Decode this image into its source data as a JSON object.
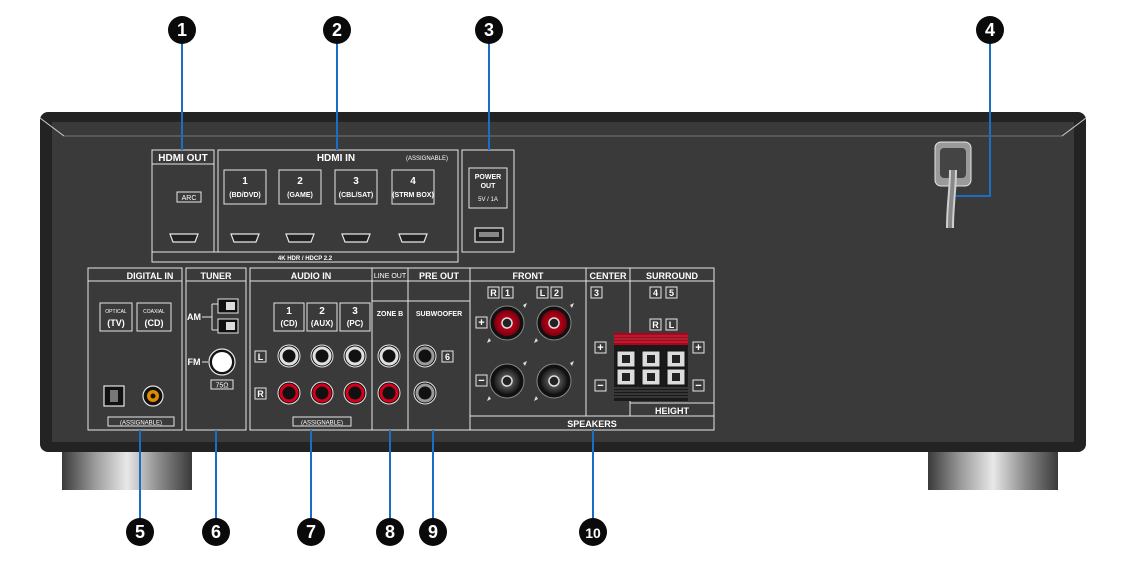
{
  "callouts": [
    {
      "n": "1"
    },
    {
      "n": "2"
    },
    {
      "n": "3"
    },
    {
      "n": "4"
    },
    {
      "n": "5"
    },
    {
      "n": "6"
    },
    {
      "n": "7"
    },
    {
      "n": "8"
    },
    {
      "n": "9"
    },
    {
      "n": "10"
    }
  ],
  "hdmi_out": {
    "title": "HDMI OUT",
    "arc": "ARC"
  },
  "hdmi_in": {
    "title": "HDMI IN",
    "assignable": "(ASSIGNABLE)",
    "inputs": [
      {
        "num": "1",
        "name": "(BD/DVD)"
      },
      {
        "num": "2",
        "name": "(GAME)"
      },
      {
        "num": "3",
        "name": "(CBL/SAT)"
      },
      {
        "num": "4",
        "name": "(STRM BOX)"
      }
    ],
    "footer": "4K HDR / HDCP 2.2"
  },
  "power_out": {
    "line1": "POWER",
    "line2": "OUT",
    "rating": "5V / 1A"
  },
  "digital_in": {
    "title": "DIGITAL IN",
    "optical_top": "OPTICAL",
    "optical_bottom": "(TV)",
    "coaxial_top": "COAXIAL",
    "coaxial_bottom": "(CD)",
    "assignable": "(ASSIGNABLE)"
  },
  "tuner": {
    "title": "TUNER",
    "am": "AM",
    "fm": "FM",
    "ohm": "75Ω"
  },
  "audio_in": {
    "title": "AUDIO IN",
    "inputs": [
      {
        "num": "1",
        "name": "(CD)"
      },
      {
        "num": "2",
        "name": "(AUX)"
      },
      {
        "num": "3",
        "name": "(PC)"
      }
    ],
    "left": "L",
    "right": "R",
    "assignable": "(ASSIGNABLE)"
  },
  "line_out": {
    "title": "LINE OUT",
    "zone": "ZONE B"
  },
  "pre_out": {
    "title": "PRE OUT",
    "sub": "SUBWOOFER",
    "num": "6"
  },
  "front": {
    "title": "FRONT",
    "r": "R",
    "r_num": "1",
    "l": "L",
    "l_num": "2",
    "plus": "+",
    "minus": "−"
  },
  "center": {
    "title": "CENTER",
    "num": "3",
    "plus": "+",
    "minus": "−"
  },
  "surround": {
    "title": "SURROUND",
    "n4": "4",
    "n5": "5",
    "r": "R",
    "l": "L",
    "plus": "+",
    "minus": "−"
  },
  "height": {
    "title": "HEIGHT"
  },
  "speakers": {
    "title": "SPEAKERS"
  },
  "colors": {
    "panel": "#3a3a3a",
    "frame": "#232323",
    "line": "#e6e6e6",
    "red_terminal": "#d6001c",
    "coax_orange": "#e08a00"
  }
}
